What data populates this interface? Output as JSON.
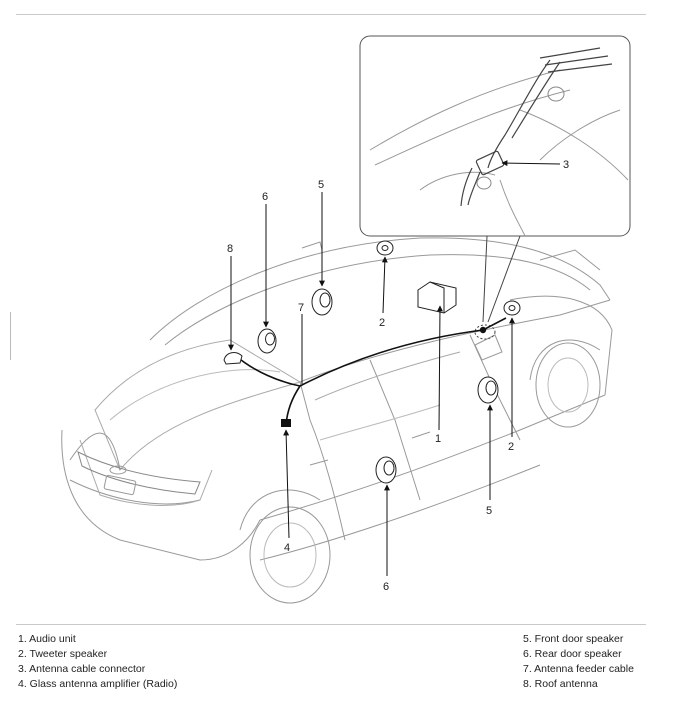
{
  "callouts": {
    "c1": "1",
    "c2a": "2",
    "c2b": "2",
    "c3": "3",
    "c4": "4",
    "c5a": "5",
    "c5b": "5",
    "c6a": "6",
    "c6b": "6",
    "c7": "7",
    "c8": "8"
  },
  "legend": {
    "left": [
      "1. Audio unit",
      "2. Tweeter speaker",
      "3. Antenna cable connector",
      "4. Glass antenna amplifier (Radio)"
    ],
    "right": [
      "5. Front door speaker",
      "6. Rear door speaker",
      "7. Antenna feeder cable",
      "8. Roof antenna"
    ]
  }
}
